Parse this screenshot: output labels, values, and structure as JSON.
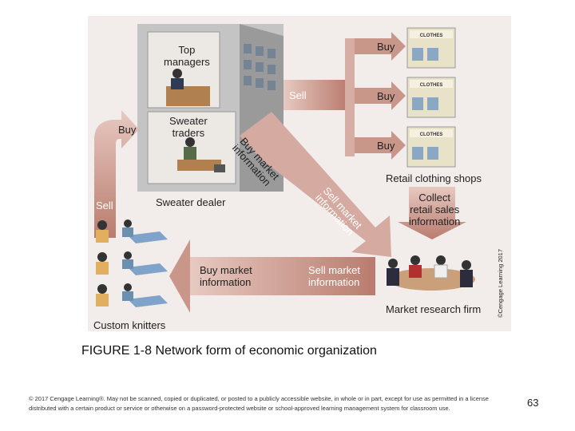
{
  "diagram": {
    "top_managers": "Top\nmanagers",
    "sweater_traders": "Sweater\ntraders",
    "sweater_dealer": "Sweater dealer",
    "sell_top": "Sell",
    "buy_labels": [
      "Buy",
      "Buy",
      "Buy"
    ],
    "shop_sign": "CLOTHES",
    "retail_shops": "Retail clothing shops",
    "collect_info": "Collect\nretail sales\ninformation",
    "buy_market_info_diag": "Buy market\ninformation",
    "sell_market_info_diag": "Sell market\ninformation",
    "buy_left": "Buy",
    "sell_left": "Sell",
    "buy_market_info": "Buy market\ninformation",
    "sell_market_info": "Sell market\ninformation",
    "market_research_firm": "Market research firm",
    "custom_knitters": "Custom knitters",
    "credit": "©Cengage Learning 2017"
  },
  "caption": "FIGURE 1-8 Network form of economic organization",
  "footer": "© 2017 Cengage Learning®. May not be scanned, copied or duplicated, or posted to a publicly accessible website, in whole or in part, except for use as permitted in a license distributed with a certain product or service or otherwise on a password-protected website or school-approved learning management system for classroom use.",
  "page_number": "63",
  "colors": {
    "arrow": "#c9968a",
    "arrow_dark": "#a86f62",
    "building": "#bdbdbd",
    "building_dark": "#8c8c8c",
    "shop": "#e8e2c8"
  }
}
